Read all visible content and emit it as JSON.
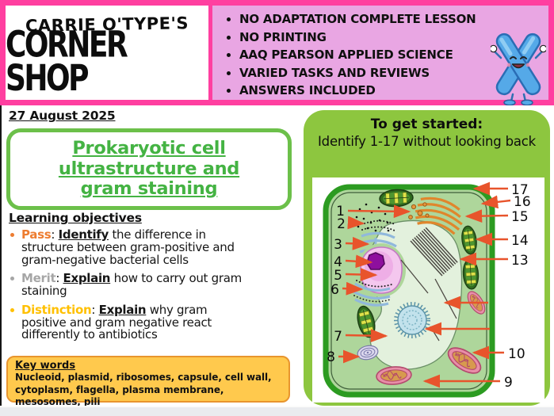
{
  "header": {
    "logo_line1": "CARRIE O'TYPE'S",
    "logo_line2": "CORNER SHOP",
    "bullets": [
      "NO ADAPTATION COMPLETE LESSON",
      "NO PRINTING",
      "AAQ PEARSON APPLIED SCIENCE",
      "VARIED TASKS AND REVIEWS",
      "ANSWERS INCLUDED"
    ],
    "mascot": "blue-x-chromosome-character"
  },
  "main": {
    "date": "27 August 2025",
    "title_lines": [
      "Prokaryotic cell",
      "ultrastructure and",
      "gram staining"
    ],
    "objectives_heading": "Learning objectives",
    "misc": {
      "colon": ": "
    },
    "objectives": [
      {
        "level": "Pass",
        "verb": "Identify",
        "rest": " the difference in structure between gram-positive and gram-negative bacterial cells",
        "color": "#ED7D31"
      },
      {
        "level": "Merit",
        "verb": "Explain",
        "rest": " how to carry out gram staining",
        "color": "#A6A6A6"
      },
      {
        "level": "Distinction",
        "verb": "Explain",
        "rest": " why gram positive and gram negative react differently to antibiotics",
        "color": "#FFC000"
      }
    ],
    "keywords": {
      "heading": "Key words",
      "text": "Nucleoid, plasmid, ribosomes, capsule, cell wall, cytoplasm, flagella, plasma membrane, mesosomes, pili"
    }
  },
  "starter": {
    "heading": "To get started:",
    "instruction": "Identify 1-17 without looking back",
    "diagram": {
      "description": "plant-cell-ultrastructure-with-numbered-parts",
      "labels": [
        "1",
        "2",
        "3",
        "4",
        "5",
        "6",
        "7",
        "8",
        "17",
        "16",
        "15",
        "14",
        "13",
        "10",
        "9"
      ],
      "unlabeled_arrows": 2
    }
  },
  "colors": {
    "banner_pink": "#ff3fa0",
    "bullet_panel_pink": "#e9a6e3",
    "panel_green": "#8dc63f",
    "title_green": "#44b343",
    "title_border_green": "#6cc04a",
    "keyword_fill": "#ffc94d",
    "keyword_border": "#e8952e",
    "pass_orange": "#ED7D31",
    "merit_gray": "#A6A6A6",
    "distinction_gold": "#FFC000",
    "arrow_red": "#e8542c",
    "mascot_blue": "#55a9e8"
  }
}
